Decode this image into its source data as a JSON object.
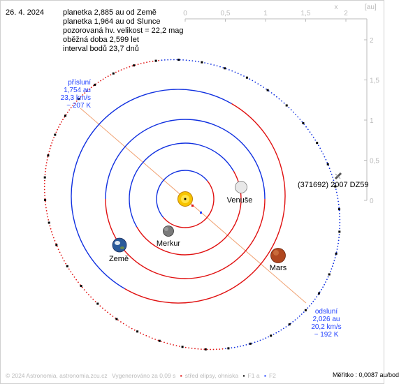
{
  "date": "26. 4. 2024",
  "info_lines": [
    "planetka 2,885 au od Země",
    "planetka 1,964 au od Slunce",
    "pozorovaná hv. velikost = 22,2 mag",
    "oběžná doba 2,599 let",
    "interval bodů 23,7 dnů"
  ],
  "axis": {
    "x_label": "x",
    "unit": "[au]",
    "x_ticks": [
      "0",
      "0,5",
      "1",
      "1,5",
      "2"
    ],
    "y_ticks": [
      "2",
      "1,5",
      "1",
      "0,5",
      "0"
    ]
  },
  "perihelion": {
    "title": "přísluní",
    "distance": "1,754 au",
    "speed": "23,3 km/s",
    "temperature": "~ 207 K"
  },
  "aphelion": {
    "title": "odsluní",
    "distance": "2,026 au",
    "speed": "20,2 km/s",
    "temperature": "~ 192 K"
  },
  "asteroid_name": "(371692) 2007 DZ59",
  "planets": {
    "mercury": "Merkur",
    "venus": "Venuše",
    "earth": "Země",
    "mars": "Mars"
  },
  "footer": {
    "copyright": "© 2024 Astronomia, astronomia.zcu.cz",
    "generated": "Vygenerováno za 0,09 s",
    "legend_center": "střed elipsy, ohniska",
    "legend_f1": "F1 a",
    "legend_f2": "F2",
    "scale": "Měřítko : 0,0087 au/bod"
  },
  "colors": {
    "orbit_above": "#1030e0",
    "orbit_below": "#e01010",
    "label_blue": "#2040ff",
    "apsis_line": "#f0a070",
    "axis_gray": "#bbbbbb"
  }
}
